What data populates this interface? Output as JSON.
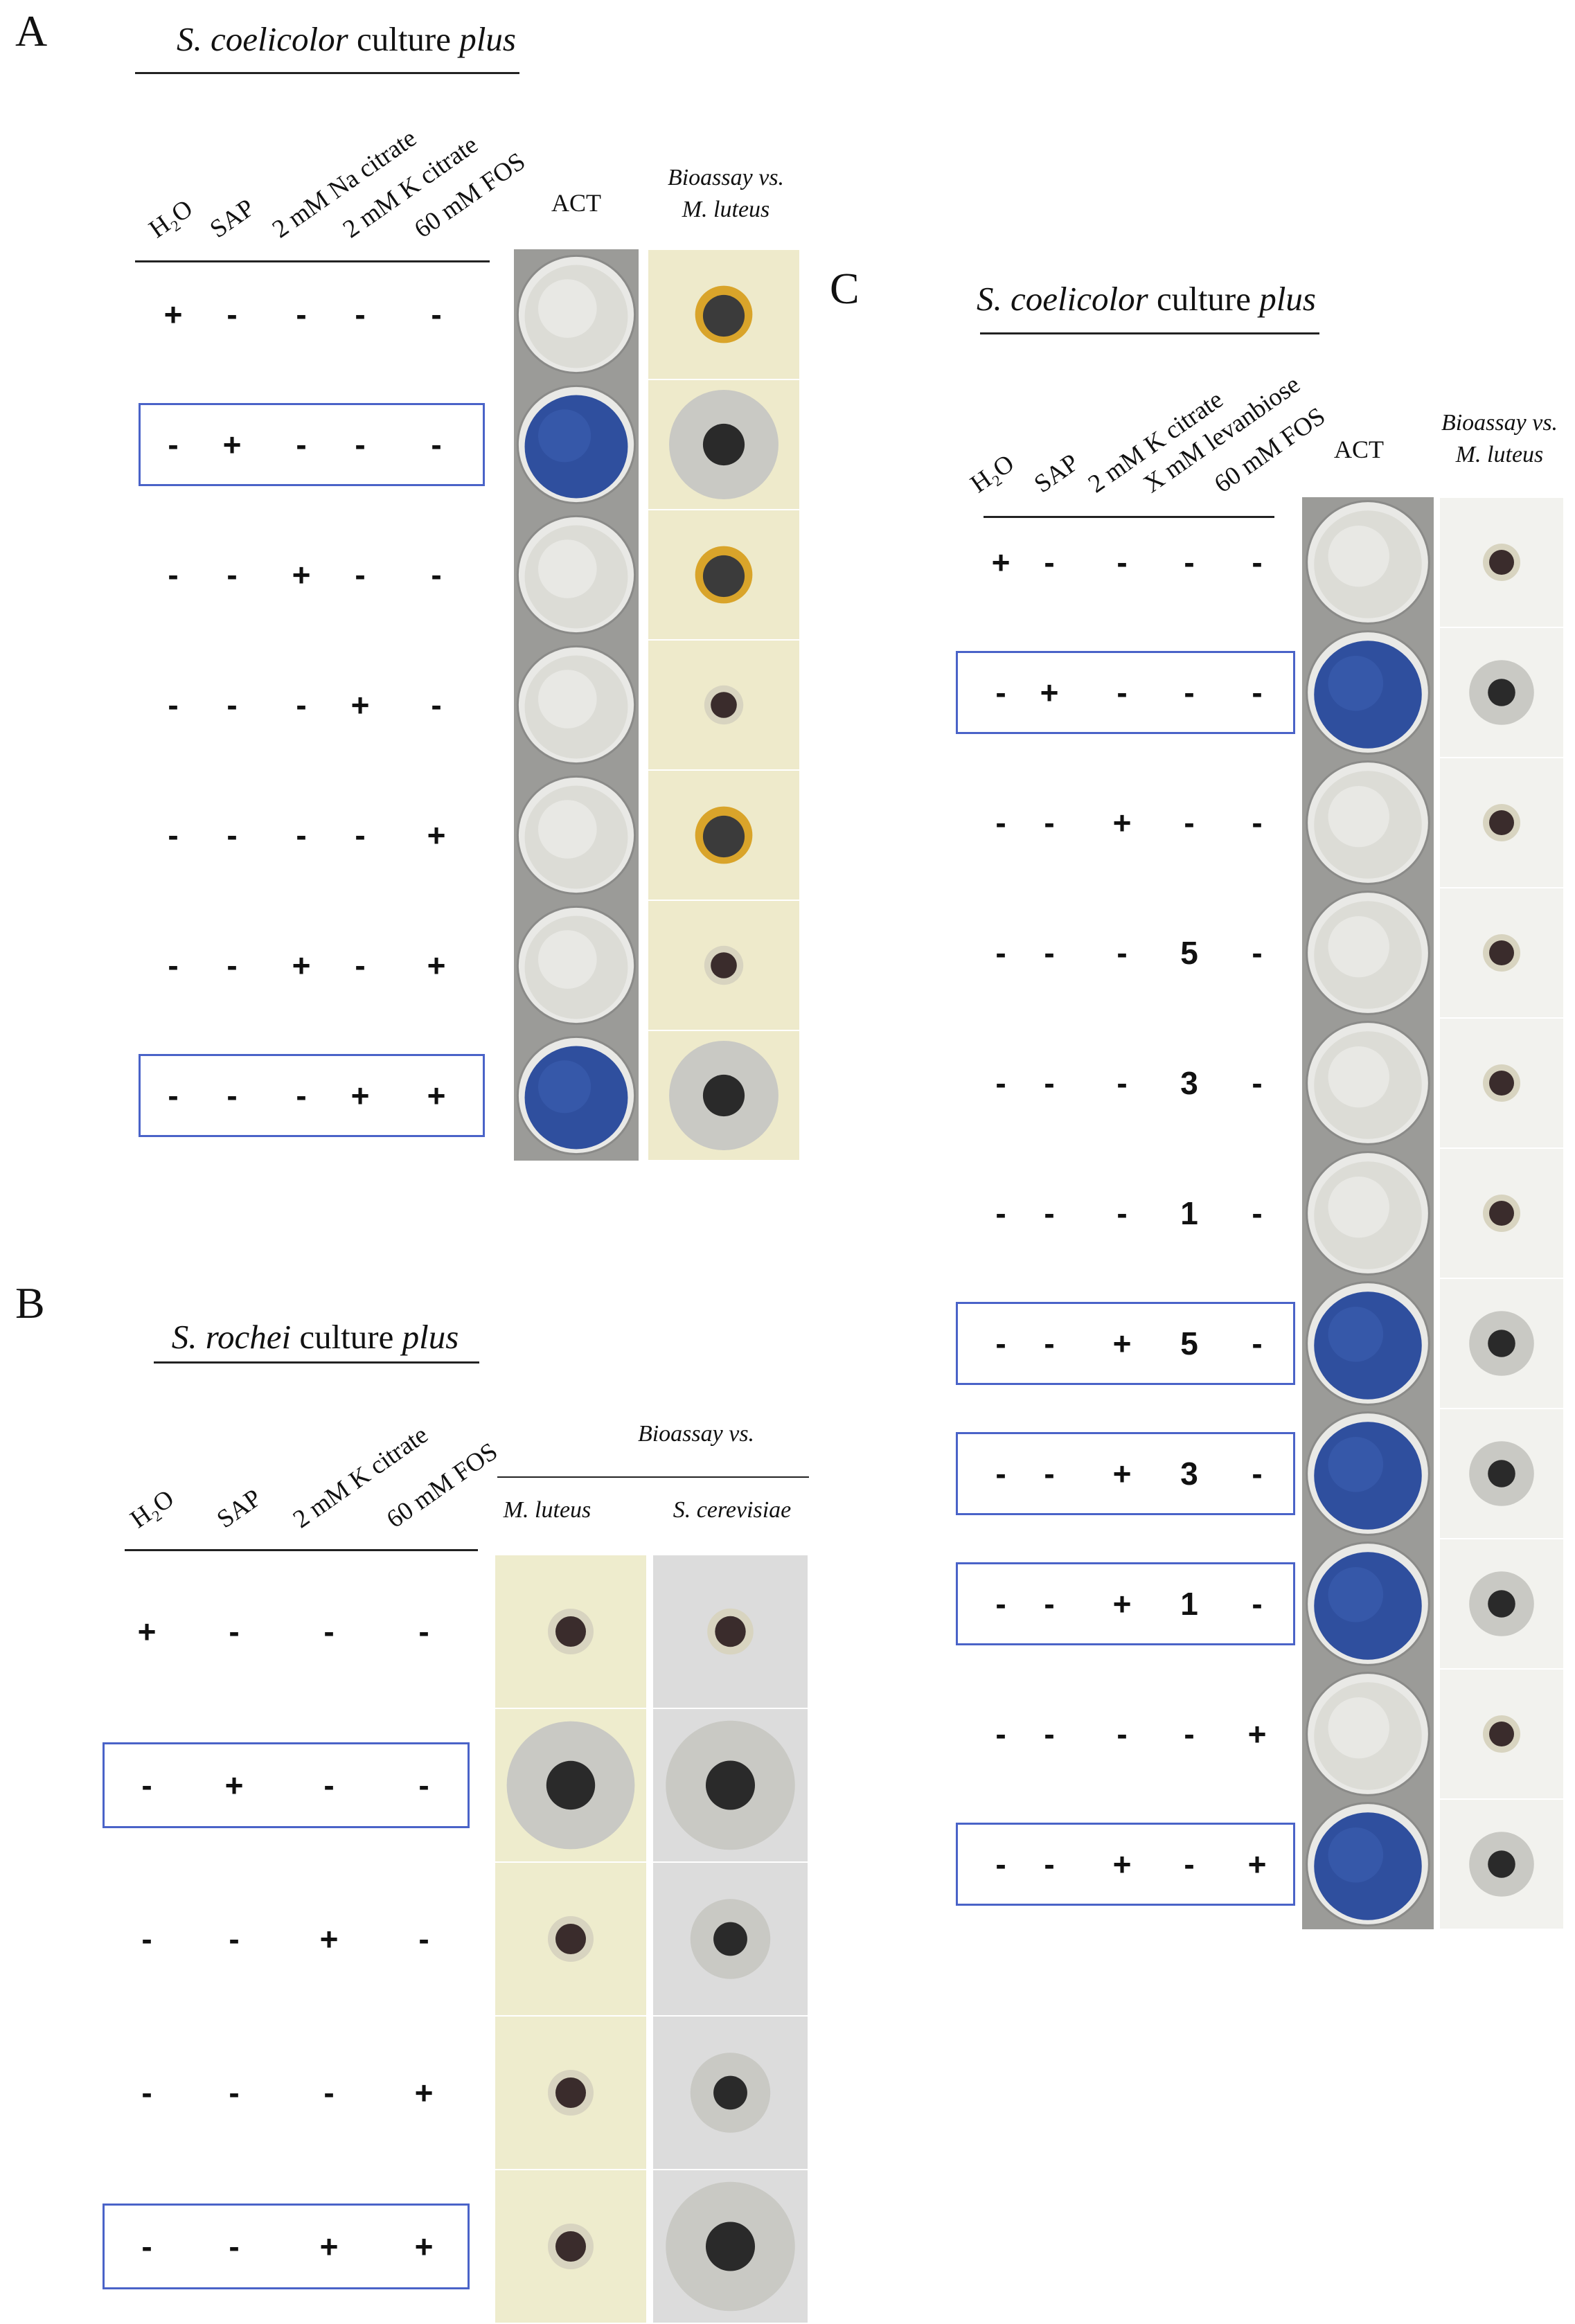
{
  "panels": {
    "A": {
      "letter": "A",
      "header_pre": "S. coelicolor",
      "header_mid": " culture ",
      "header_post": "plus",
      "columns": [
        "H₂O",
        "SAP",
        "2 mM Na citrate",
        "2 mM K citrate",
        "60 mM FOS"
      ],
      "act_label": "ACT",
      "bioassay_label_line1": "Bioassay vs.",
      "bioassay_label_line2": "M. luteus",
      "rows": [
        {
          "signs": [
            "+",
            "-",
            "-",
            "-",
            "-"
          ],
          "highlight": false,
          "act": "pale",
          "bio": "yellow"
        },
        {
          "signs": [
            "-",
            "+",
            "-",
            "-",
            "-"
          ],
          "highlight": true,
          "act": "blue",
          "bio": "halo"
        },
        {
          "signs": [
            "-",
            "-",
            "+",
            "-",
            "-"
          ],
          "highlight": false,
          "act": "pale",
          "bio": "yellow"
        },
        {
          "signs": [
            "-",
            "-",
            "-",
            "+",
            "-"
          ],
          "highlight": false,
          "act": "pale",
          "bio": "small"
        },
        {
          "signs": [
            "-",
            "-",
            "-",
            "-",
            "+"
          ],
          "highlight": false,
          "act": "pale",
          "bio": "yellow"
        },
        {
          "signs": [
            "-",
            "-",
            "+",
            "-",
            "+"
          ],
          "highlight": false,
          "act": "pale",
          "bio": "small"
        },
        {
          "signs": [
            "-",
            "-",
            "-",
            "+",
            "+"
          ],
          "highlight": true,
          "act": "blue",
          "bio": "halo"
        }
      ]
    },
    "B": {
      "letter": "B",
      "header_pre": "S. rochei",
      "header_mid": " culture ",
      "header_post": "plus",
      "columns": [
        "H₂O",
        "SAP",
        "2 mM K citrate",
        "60 mM FOS"
      ],
      "bioassay_label": "Bioassay vs.",
      "sub_label_1": "M. luteus",
      "sub_label_2": "S. cerevisiae",
      "rows": [
        {
          "signs": [
            "+",
            "-",
            "-",
            "-"
          ],
          "highlight": false,
          "luteus": "small",
          "cerev": "small"
        },
        {
          "signs": [
            "-",
            "+",
            "-",
            "-"
          ],
          "highlight": true,
          "luteus": "halo",
          "cerev": "halo"
        },
        {
          "signs": [
            "-",
            "-",
            "+",
            "-"
          ],
          "highlight": false,
          "luteus": "small",
          "cerev": "medium"
        },
        {
          "signs": [
            "-",
            "-",
            "-",
            "+"
          ],
          "highlight": false,
          "luteus": "small",
          "cerev": "medium"
        },
        {
          "signs": [
            "-",
            "-",
            "+",
            "+"
          ],
          "highlight": true,
          "luteus": "small",
          "cerev": "halo"
        }
      ]
    },
    "C": {
      "letter": "C",
      "header_pre": "S. coelicolor",
      "header_mid": " culture ",
      "header_post": "plus",
      "columns": [
        "H₂O",
        "SAP",
        "2 mM K citrate",
        "X mM levanbiose",
        "60 mM FOS"
      ],
      "act_label": "ACT",
      "bioassay_label_line1": "Bioassay vs.",
      "bioassay_label_line2": "M. luteus",
      "rows": [
        {
          "signs": [
            "+",
            "-",
            "-",
            "-",
            "-"
          ],
          "highlight": false,
          "act": "pale",
          "bio": "small"
        },
        {
          "signs": [
            "-",
            "+",
            "-",
            "-",
            "-"
          ],
          "highlight": true,
          "act": "blue",
          "bio": "medium"
        },
        {
          "signs": [
            "-",
            "-",
            "+",
            "-",
            "-"
          ],
          "highlight": false,
          "act": "pale",
          "bio": "small"
        },
        {
          "signs": [
            "-",
            "-",
            "-",
            "5",
            "-"
          ],
          "highlight": false,
          "act": "pale",
          "bio": "small"
        },
        {
          "signs": [
            "-",
            "-",
            "-",
            "3",
            "-"
          ],
          "highlight": false,
          "act": "pale",
          "bio": "small"
        },
        {
          "signs": [
            "-",
            "-",
            "-",
            "1",
            "-"
          ],
          "highlight": false,
          "act": "pale",
          "bio": "small"
        },
        {
          "signs": [
            "-",
            "-",
            "+",
            "5",
            "-"
          ],
          "highlight": true,
          "act": "blue",
          "bio": "medium"
        },
        {
          "signs": [
            "-",
            "-",
            "+",
            "3",
            "-"
          ],
          "highlight": true,
          "act": "blue",
          "bio": "medium"
        },
        {
          "signs": [
            "-",
            "-",
            "+",
            "1",
            "-"
          ],
          "highlight": true,
          "act": "blue",
          "bio": "medium"
        },
        {
          "signs": [
            "-",
            "-",
            "-",
            "-",
            "+"
          ],
          "highlight": false,
          "act": "pale",
          "bio": "small"
        },
        {
          "signs": [
            "-",
            "-",
            "+",
            "-",
            "+"
          ],
          "highlight": true,
          "act": "blue",
          "bio": "medium"
        }
      ]
    }
  },
  "colors": {
    "highlight_box": "#4a63c8",
    "act_blue": "#2f4f9e",
    "act_pale": "#dcdcd6",
    "agar_yellow": "#eeeacb",
    "agar_white": "#f2f2ee",
    "halo_grey": "#c9c9c4",
    "well_dark": "#2a2a2a"
  }
}
